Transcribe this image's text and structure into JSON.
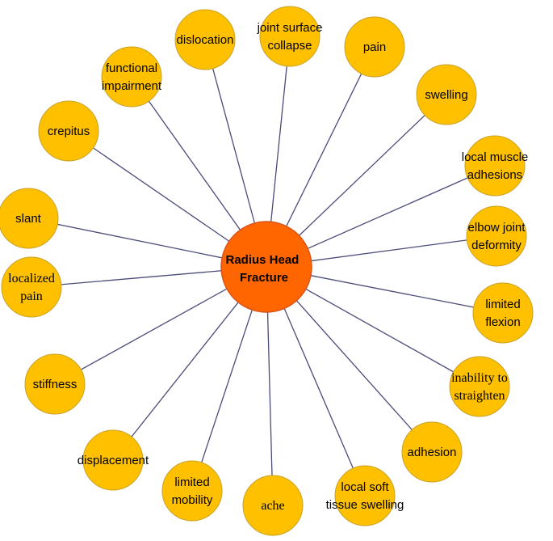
{
  "colors": {
    "satellite_fill": "#FFC000",
    "satellite_stroke": "#C9A227",
    "center_fill": "#FF6600",
    "center_stroke": "#D9531A",
    "connector": "#4B4B7A"
  },
  "center": {
    "lines": [
      "Radius Head",
      "Fracture"
    ]
  },
  "nodes": [
    {
      "id": "joint-surface-collapse",
      "lines": [
        "joint surface",
        "collapse"
      ]
    },
    {
      "id": "pain",
      "lines": [
        "pain"
      ]
    },
    {
      "id": "swelling",
      "lines": [
        "swelling"
      ]
    },
    {
      "id": "local-muscle-adhesions",
      "lines": [
        "local muscle",
        "adhesions"
      ]
    },
    {
      "id": "elbow-joint-deformity",
      "lines": [
        "elbow joint",
        "deformity"
      ]
    },
    {
      "id": "limited-flexion",
      "lines": [
        "limited",
        "flexion"
      ]
    },
    {
      "id": "inability-to-straighten",
      "lines": [
        "inability to",
        "straighten"
      ],
      "serif": true
    },
    {
      "id": "adhesion",
      "lines": [
        "adhesion"
      ]
    },
    {
      "id": "local-soft-tissue-swelling",
      "lines": [
        "local soft",
        "tissue swelling"
      ]
    },
    {
      "id": "ache",
      "lines": [
        "ache"
      ],
      "serif": true
    },
    {
      "id": "limited-mobility",
      "lines": [
        "limited",
        "mobility"
      ]
    },
    {
      "id": "displacement",
      "lines": [
        "displacement"
      ]
    },
    {
      "id": "stiffness",
      "lines": [
        "stiffness"
      ]
    },
    {
      "id": "localized-pain",
      "lines": [
        "localized",
        "pain"
      ],
      "serif": true
    },
    {
      "id": "slant",
      "lines": [
        "slant"
      ]
    },
    {
      "id": "crepitus",
      "lines": [
        "crepitus"
      ]
    },
    {
      "id": "functional-impairment",
      "lines": [
        "functional",
        "impairment"
      ]
    },
    {
      "id": "dislocation",
      "lines": [
        "dislocation"
      ]
    }
  ]
}
